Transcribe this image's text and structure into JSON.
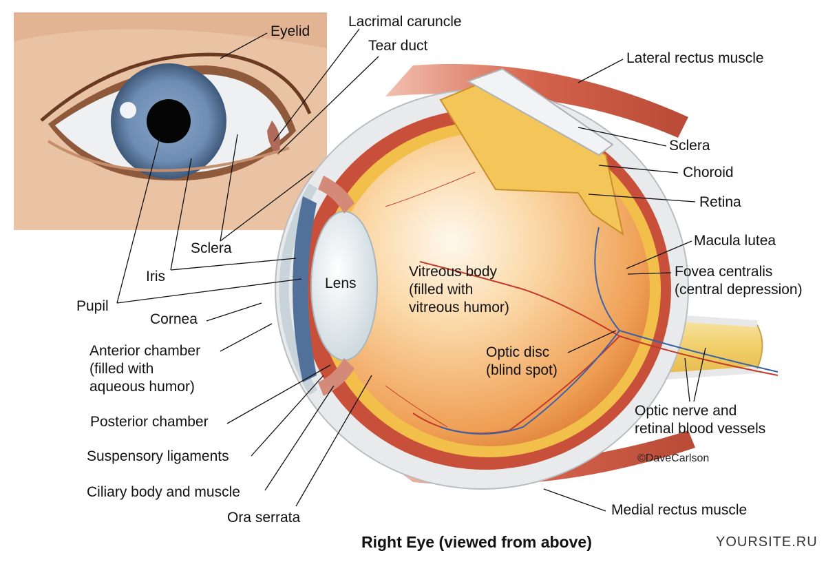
{
  "labels": {
    "eyelid": "Eyelid",
    "lacrimal_caruncle": "Lacrimal caruncle",
    "tear_duct": "Tear duct",
    "lateral_rectus": "Lateral rectus muscle",
    "sclera_right": "Sclera",
    "choroid": "Choroid",
    "retina": "Retina",
    "macula_lutea": "Macula lutea",
    "fovea_line1": "Fovea centralis",
    "fovea_line2": "(central depression)",
    "sclera_left": "Sclera",
    "iris": "Iris",
    "pupil": "Pupil",
    "cornea": "Cornea",
    "lens": "Lens",
    "vitreous_line1": "Vitreous body",
    "vitreous_line2": "(filled with",
    "vitreous_line3": "vitreous humor)",
    "optic_disc_line1": "Optic disc",
    "optic_disc_line2": "(blind spot)",
    "anterior_line1": "Anterior chamber",
    "anterior_line2": "(filled with",
    "anterior_line3": "aqueous humor)",
    "optic_nerve_line1": "Optic nerve and",
    "optic_nerve_line2": "retinal blood vessels",
    "posterior_chamber": "Posterior chamber",
    "suspensory": "Suspensory ligaments",
    "ciliary": "Ciliary body and muscle",
    "ora_serrata": "Ora serrata",
    "medial_rectus": "Medial rectus muscle"
  },
  "caption": "Right Eye (viewed from above)",
  "credit": "©DaveCarlson",
  "watermark": "YOURSITE.RU",
  "colors": {
    "sclera": "#e8eaec",
    "choroid": "#c8503a",
    "retina": "#f2c04a",
    "vitreous": "#f0a868",
    "muscle": "#c85a44",
    "iris": "#6c8bb0",
    "lens": "#e6eef0",
    "skin": "#eac3a4"
  }
}
